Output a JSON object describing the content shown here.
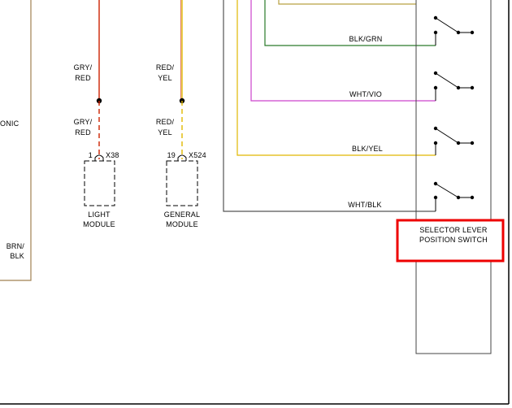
{
  "left_labels": {
    "onic": "ONIC",
    "brn_blk_1": "BRN/",
    "brn_blk_2": "BLK"
  },
  "light_module": {
    "wire_top_1": "GRY/",
    "wire_top_2": "RED",
    "wire_bottom_1": "GRY/",
    "wire_bottom_2": "RED",
    "pin": "1",
    "connector": "X38",
    "name_1": "LIGHT",
    "name_2": "MODULE"
  },
  "general_module": {
    "wire_top_1": "RED/",
    "wire_top_2": "YEL",
    "wire_bottom_1": "RED/",
    "wire_bottom_2": "YEL",
    "pin": "19",
    "connector": "X524",
    "name_1": "GENERAL",
    "name_2": "MODULE"
  },
  "wires": {
    "blk_grn": "BLK/GRN",
    "wht_vio": "WHT/VIO",
    "blk_yel": "BLK/YEL",
    "wht_blk": "WHT/BLK"
  },
  "selector_switch": {
    "line_1": "SELECTOR LEVER",
    "line_2": "POSITION SWITCH"
  },
  "colors": {
    "wire_red": "#cc2200",
    "wire_yellow": "#e0b800",
    "wire_green": "#2a7a2a",
    "wire_violet": "#cc44cc",
    "wire_olive": "#b8a040",
    "wire_dark": "#555555",
    "highlight": "#ee0000",
    "frame_left": "#a08050"
  }
}
